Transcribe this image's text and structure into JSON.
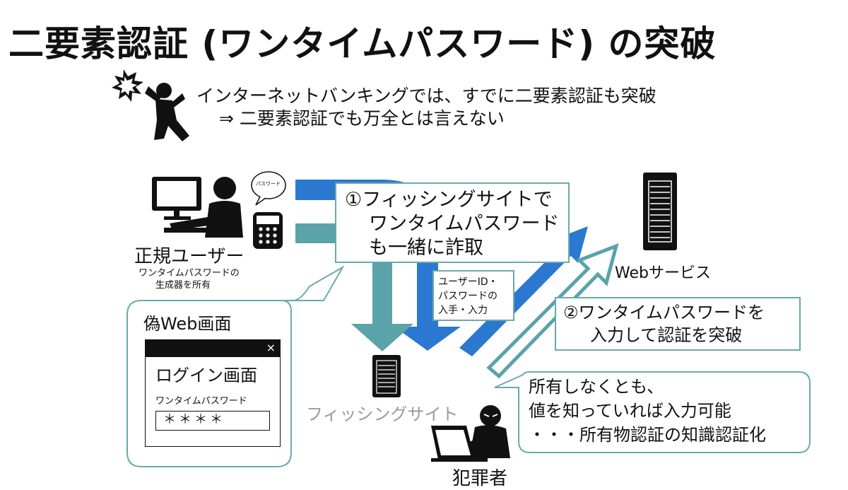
{
  "title": "二要素認証 (ワンタイムパスワード) の突破",
  "intro": {
    "line1": "インターネットバンキングでは、すでに二要素認証も突破",
    "line2": "⇒ 二要素認証でも万全とは言えない"
  },
  "user": {
    "label": "正規ユーザー",
    "sub1": "ワンタイムパスワードの",
    "sub2": "生成器を所有",
    "bubble": "パスワード"
  },
  "web_service": {
    "label": "Webサービス"
  },
  "phishing_site": {
    "label": "フィッシングサイト"
  },
  "criminal": {
    "label": "犯罪者"
  },
  "step1": {
    "line1": "①フィッシングサイトで",
    "line2": "ワンタイムパスワード",
    "line3": "も一緒に詐取"
  },
  "input_note": {
    "line1": "ユーザーID・",
    "line2": "パスワードの",
    "line3": "入手・入力"
  },
  "step2": {
    "line1": "②ワンタイムパスワードを",
    "line2": "入力して認証を突破"
  },
  "comment": {
    "line1": "所有しなくとも、",
    "line2": "値を知っていれば入力可能",
    "line3": "・・・所有物認証の知識認証化"
  },
  "fake_web": {
    "title": "偽Web画面",
    "close": "×",
    "heading": "ログイン画面",
    "field_label": "ワンタイムパスワード",
    "field_value": "＊＊＊＊"
  },
  "colors": {
    "blue_arrow": "#2b78d0",
    "teal_arrow": "#5aa3a8",
    "box_border": "#6aa9ad",
    "dark": "#111111",
    "grey_label": "#9a9a9a"
  }
}
